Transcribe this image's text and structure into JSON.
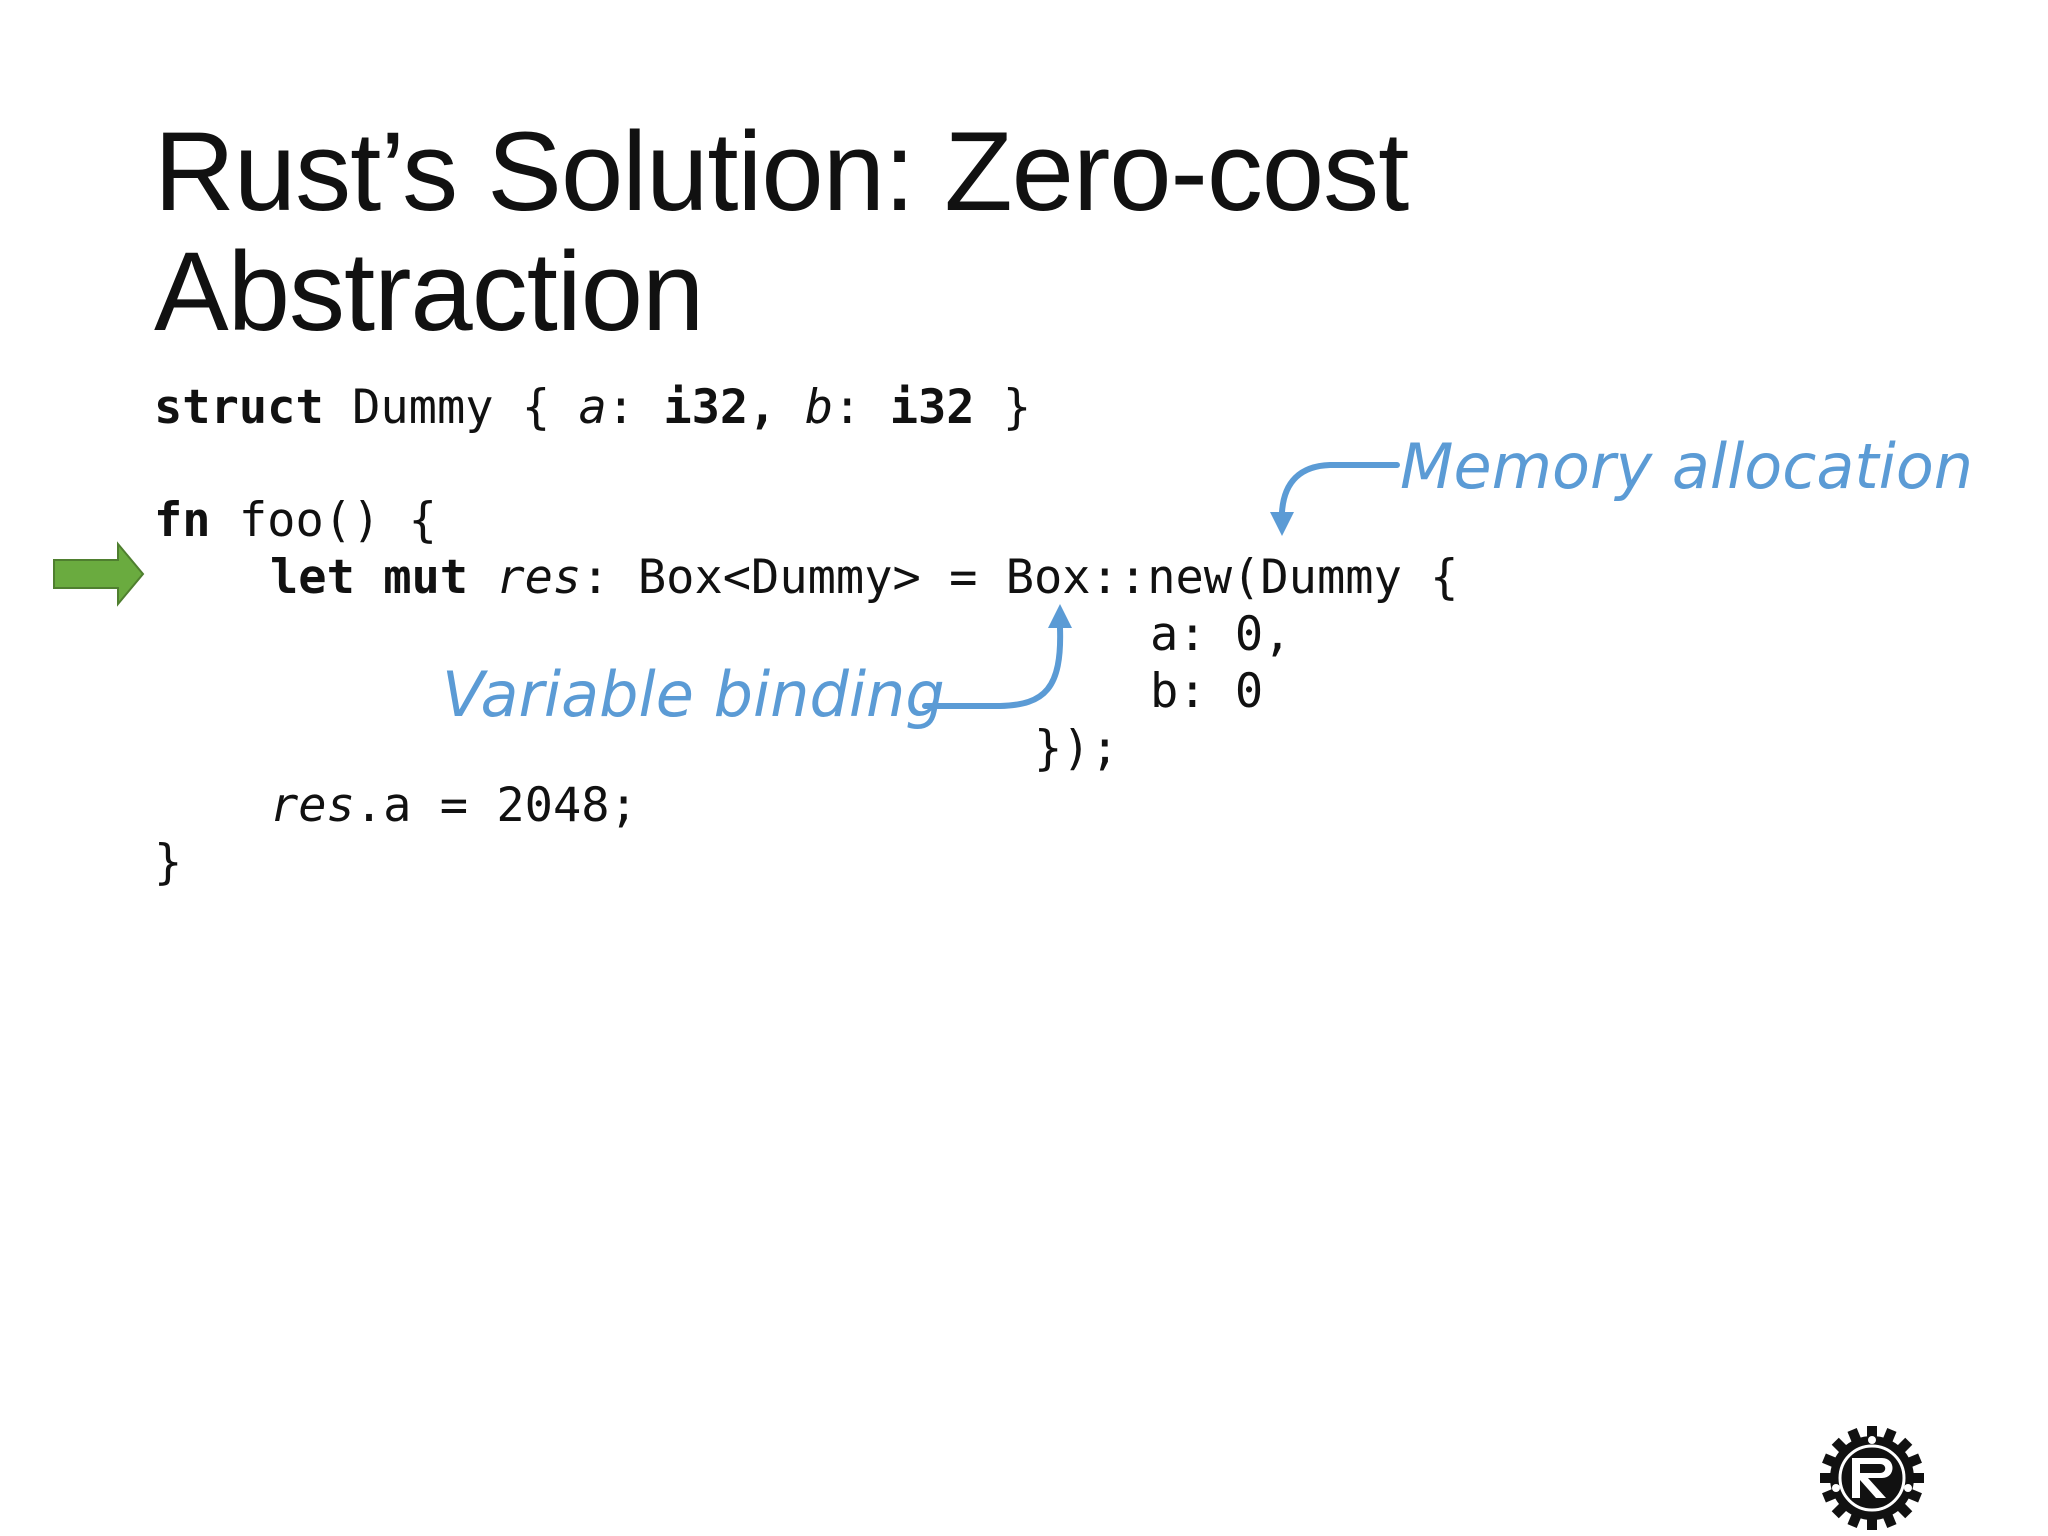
{
  "slide": {
    "title_line1": "Rust’s Solution: Zero-cost",
    "title_line2": "Abstraction"
  },
  "code": {
    "l1_kw": "struct",
    "l1_a": " Dummy { ",
    "l1_b": "a",
    "l1_c": ": ",
    "l1_d": "i32,",
    "l1_e": " ",
    "l1_f": "b",
    "l1_g": ": ",
    "l1_h": "i32",
    "l1_i": " }",
    "l2_kw": "fn",
    "l2_a": " foo() {",
    "l3_kw1": "let",
    "l3_sp": " ",
    "l3_kw2": "mut",
    "l3_a": " ",
    "l3_var": "res",
    "l3_b": ": Box<Dummy> = Box::new(Dummy {",
    "l4": "a: 0,",
    "l5": "b: 0",
    "l6": "});",
    "l7_var": "res",
    "l7_a": ".a = 2048;",
    "l8": "}"
  },
  "annotations": {
    "memory_allocation": "Memory allocation",
    "variable_binding": "Variable binding"
  },
  "colors": {
    "annotation_blue": "#5b9bd5",
    "pointer_arrow_green": "#6aab3f",
    "pointer_arrow_outline": "#4f7f2f",
    "text": "#111111"
  },
  "icons": {
    "pointer": "right-arrow-icon",
    "logo": "rust-logo-icon"
  }
}
